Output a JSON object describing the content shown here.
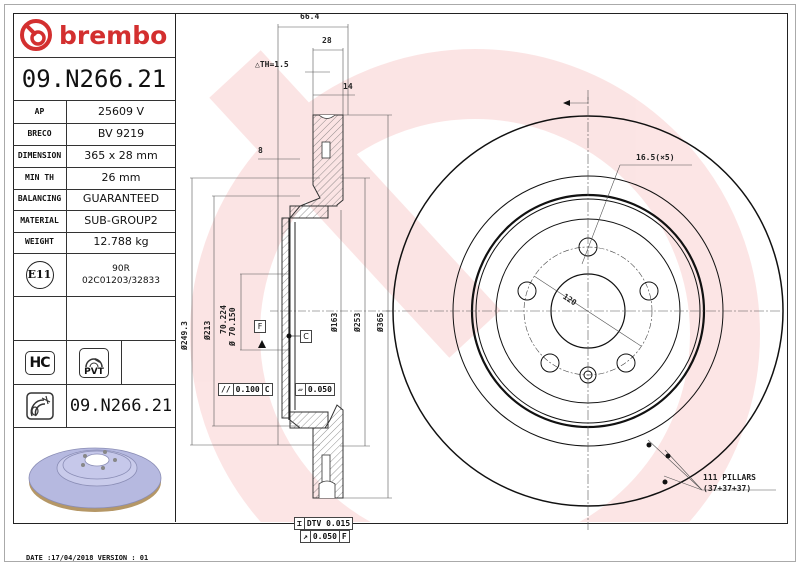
{
  "brand": {
    "name": "brembo",
    "color": "#d32f2f"
  },
  "part_number": "09.N266.21",
  "specs": [
    {
      "key": "AP",
      "value": "25609 V"
    },
    {
      "key": "BRECO",
      "value": "BV 9219"
    },
    {
      "key": "DIMENSION",
      "value": "365 x 28 mm"
    },
    {
      "key": "MIN TH",
      "value": "26 mm"
    },
    {
      "key": "BALANCING",
      "value": "GUARANTEED"
    },
    {
      "key": "MATERIAL",
      "value": "SUB-GROUP2"
    },
    {
      "key": "WEIGHT",
      "value": "12.788 kg"
    }
  ],
  "approval": {
    "badge": "E11",
    "line1": "90R",
    "line2": "02C01203/32833"
  },
  "badges": {
    "hc": "HC",
    "pvt": "PVT"
  },
  "pad_part_number": "09.N266.21",
  "footer": {
    "date_version": "DATE :17/04/2018 VERSION : 01"
  },
  "section_view": {
    "dims": {
      "overall_width": "66.4",
      "thickness": "28",
      "delta_th": "△TH=1.5",
      "fourteen": "14",
      "eight": "8",
      "d249": "Ø249.3",
      "d213": "Ø213",
      "d70a": "70.224",
      "d70b": "Ø 70.150",
      "d163": "Ø163",
      "d253": "Ø253",
      "d365": "Ø365"
    },
    "datums": {
      "f": "F",
      "c": "C"
    },
    "tolerances": {
      "parallel": {
        "symbol": "//",
        "value": "0.100",
        "datum": "C"
      },
      "flatness": {
        "symbol": "▱",
        "value": "0.050"
      },
      "dtv": {
        "symbol": "⌶",
        "value": "DTV 0.015"
      },
      "runout": {
        "symbol": "↗",
        "value": "0.050",
        "datum": "F"
      }
    }
  },
  "front_view": {
    "hole_label": "16.5(×5)",
    "pcd": "120",
    "pillars_line1": "111 PILLARS",
    "pillars_line2": "(37+37+37)"
  }
}
